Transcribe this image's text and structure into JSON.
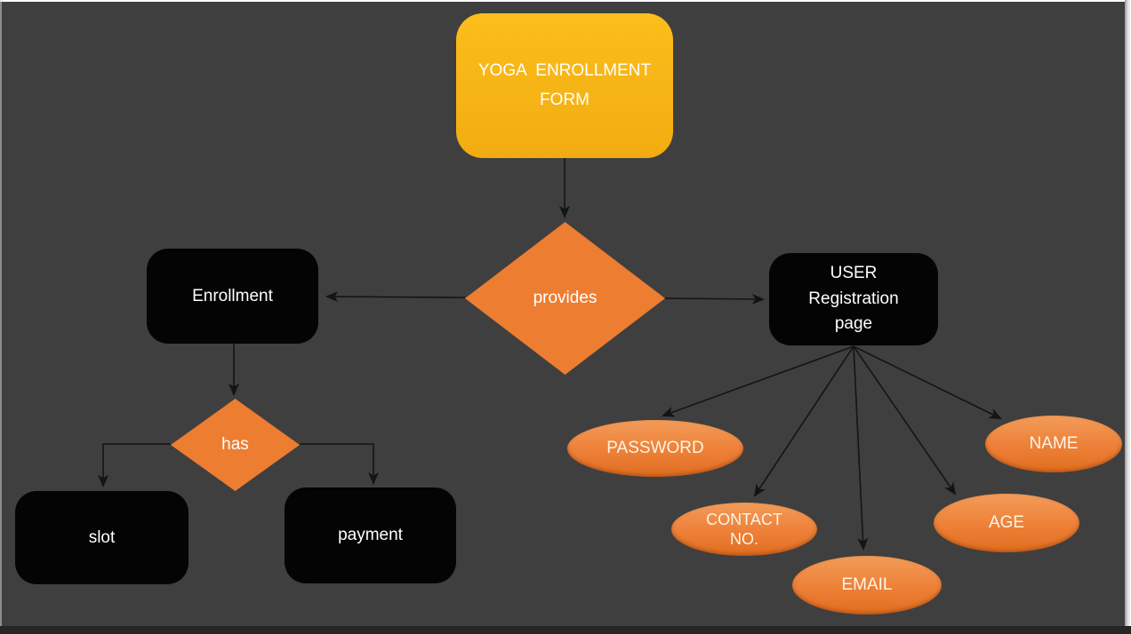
{
  "canvas": {
    "background": "#3F3F3F",
    "bottom_bar": "#262626"
  },
  "diagram": {
    "nodes": {
      "form": {
        "label": "YOGA  ENROLLMENT\nFORM",
        "shape": "rounded-rectangle",
        "fill": "#F6B416",
        "text_color": "#FFFFFF"
      },
      "provides": {
        "label": "provides",
        "shape": "diamond",
        "fill": "#ED7D31",
        "text_color": "#FFFFFF"
      },
      "enrollment": {
        "label": "Enrollment",
        "shape": "rounded-rectangle",
        "fill": "#000000",
        "text_color": "#FFFFFF"
      },
      "user_registration": {
        "label": "USER\nRegistration\npage",
        "shape": "rounded-rectangle",
        "fill": "#000000",
        "text_color": "#FFFFFF"
      },
      "has": {
        "label": "has",
        "shape": "diamond",
        "fill": "#ED7D31",
        "text_color": "#FFFFFF"
      },
      "slot": {
        "label": "slot",
        "shape": "rounded-rectangle",
        "fill": "#000000",
        "text_color": "#FFFFFF"
      },
      "payment": {
        "label": "payment",
        "shape": "rounded-rectangle",
        "fill": "#000000",
        "text_color": "#FFFFFF"
      },
      "password": {
        "label": "PASSWORD",
        "shape": "ellipse",
        "fill": "#ED7D31",
        "text_color": "#FDF5E6"
      },
      "contact_no": {
        "label": "CONTACT\nNO.",
        "shape": "ellipse",
        "fill": "#ED7D31",
        "text_color": "#FDF5E6"
      },
      "email": {
        "label": "EMAIL",
        "shape": "ellipse",
        "fill": "#ED7D31",
        "text_color": "#FDF5E6"
      },
      "age": {
        "label": "AGE",
        "shape": "ellipse",
        "fill": "#ED7D31",
        "text_color": "#FDF5E6"
      },
      "name": {
        "label": "NAME",
        "shape": "ellipse",
        "fill": "#ED7D31",
        "text_color": "#FDF5E6"
      }
    },
    "edges": [
      {
        "from": "form",
        "to": "provides",
        "arrow": "end"
      },
      {
        "from": "provides",
        "to": "enrollment",
        "arrow": "end"
      },
      {
        "from": "provides",
        "to": "user_registration",
        "arrow": "end"
      },
      {
        "from": "enrollment",
        "to": "has",
        "arrow": "end"
      },
      {
        "from": "has",
        "to": "slot",
        "arrow": "end",
        "style": "elbow"
      },
      {
        "from": "has",
        "to": "payment",
        "arrow": "end",
        "style": "elbow"
      },
      {
        "from": "user_registration",
        "to": "password",
        "arrow": "end"
      },
      {
        "from": "user_registration",
        "to": "contact_no",
        "arrow": "end"
      },
      {
        "from": "user_registration",
        "to": "email",
        "arrow": "end"
      },
      {
        "from": "user_registration",
        "to": "age",
        "arrow": "end"
      },
      {
        "from": "user_registration",
        "to": "name",
        "arrow": "end"
      }
    ]
  }
}
